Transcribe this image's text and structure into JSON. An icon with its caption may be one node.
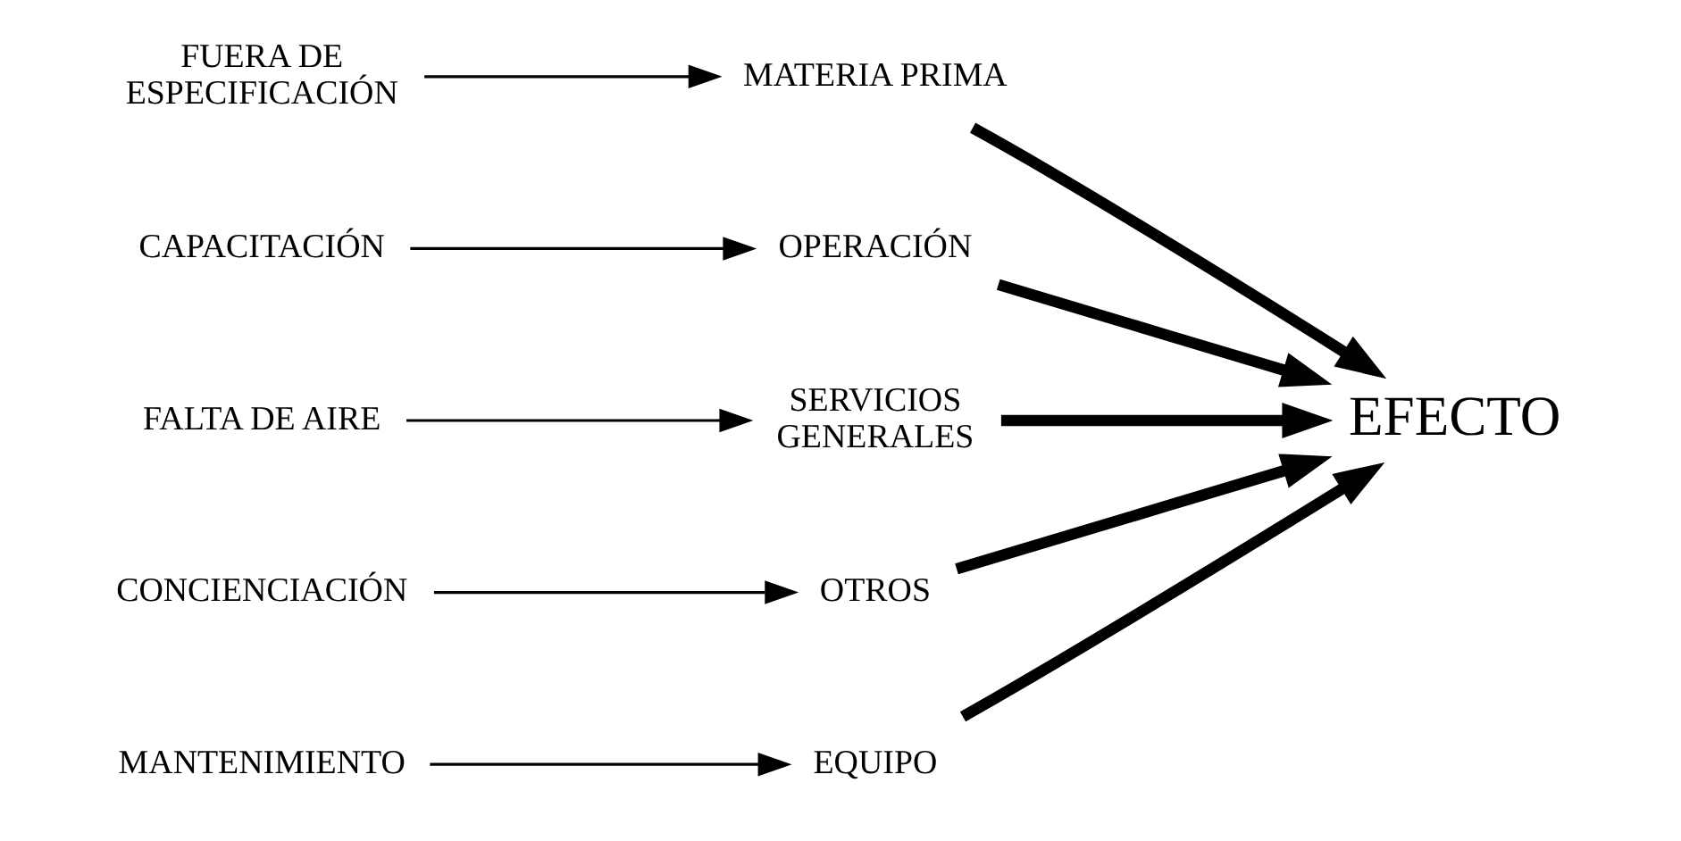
{
  "diagram": {
    "nodes": [
      {
        "text": [
          "EQUIPO"
        ]
      },
      {
        "text": [
          "MATERIA PRIMA"
        ]
      },
      {
        "text": [
          "OPERACIÓN"
        ]
      },
      {
        "text": [
          "MANTENIMIENTO"
        ]
      },
      {
        "text": [
          "FUERA DE ESPECIFICACIÓN"
        ]
      },
      {
        "text": [
          "CAPACITACIÓN"
        ]
      },
      {
        "text": [
          "FALTA DE AIRE"
        ]
      },
      {
        "text": [
          "CONCIENCIACIÓN"
        ]
      },
      {
        "text": [
          "EFECTO"
        ]
      },
      {
        "text": [
          "SERVICIOS GENERALES"
        ]
      },
      {
        "text": [
          "OTROS"
        ]
      }
    ],
    "edges": [
      {
        "from": 3,
        "to": 0,
        "arrow": "to"
      },
      {
        "from": 4,
        "to": 1,
        "arrow": "to"
      },
      {
        "from": 5,
        "to": 2,
        "arrow": "to"
      },
      {
        "from": 6,
        "to": 9,
        "arrow": "to"
      },
      {
        "from": 7,
        "to": 10,
        "arrow": "to"
      },
      {
        "from": 0,
        "to": 8,
        "arrow": "to",
        "style": "thick"
      },
      {
        "from": 1,
        "to": 8,
        "arrow": "to",
        "style": "thick"
      },
      {
        "from": 2,
        "to": 8,
        "arrow": "to",
        "style": "thick"
      },
      {
        "from": 9,
        "to": 8,
        "arrow": "to",
        "style": "thick"
      },
      {
        "from": 10,
        "to": 8,
        "arrow": "to",
        "style": "thick"
      }
    ]
  }
}
